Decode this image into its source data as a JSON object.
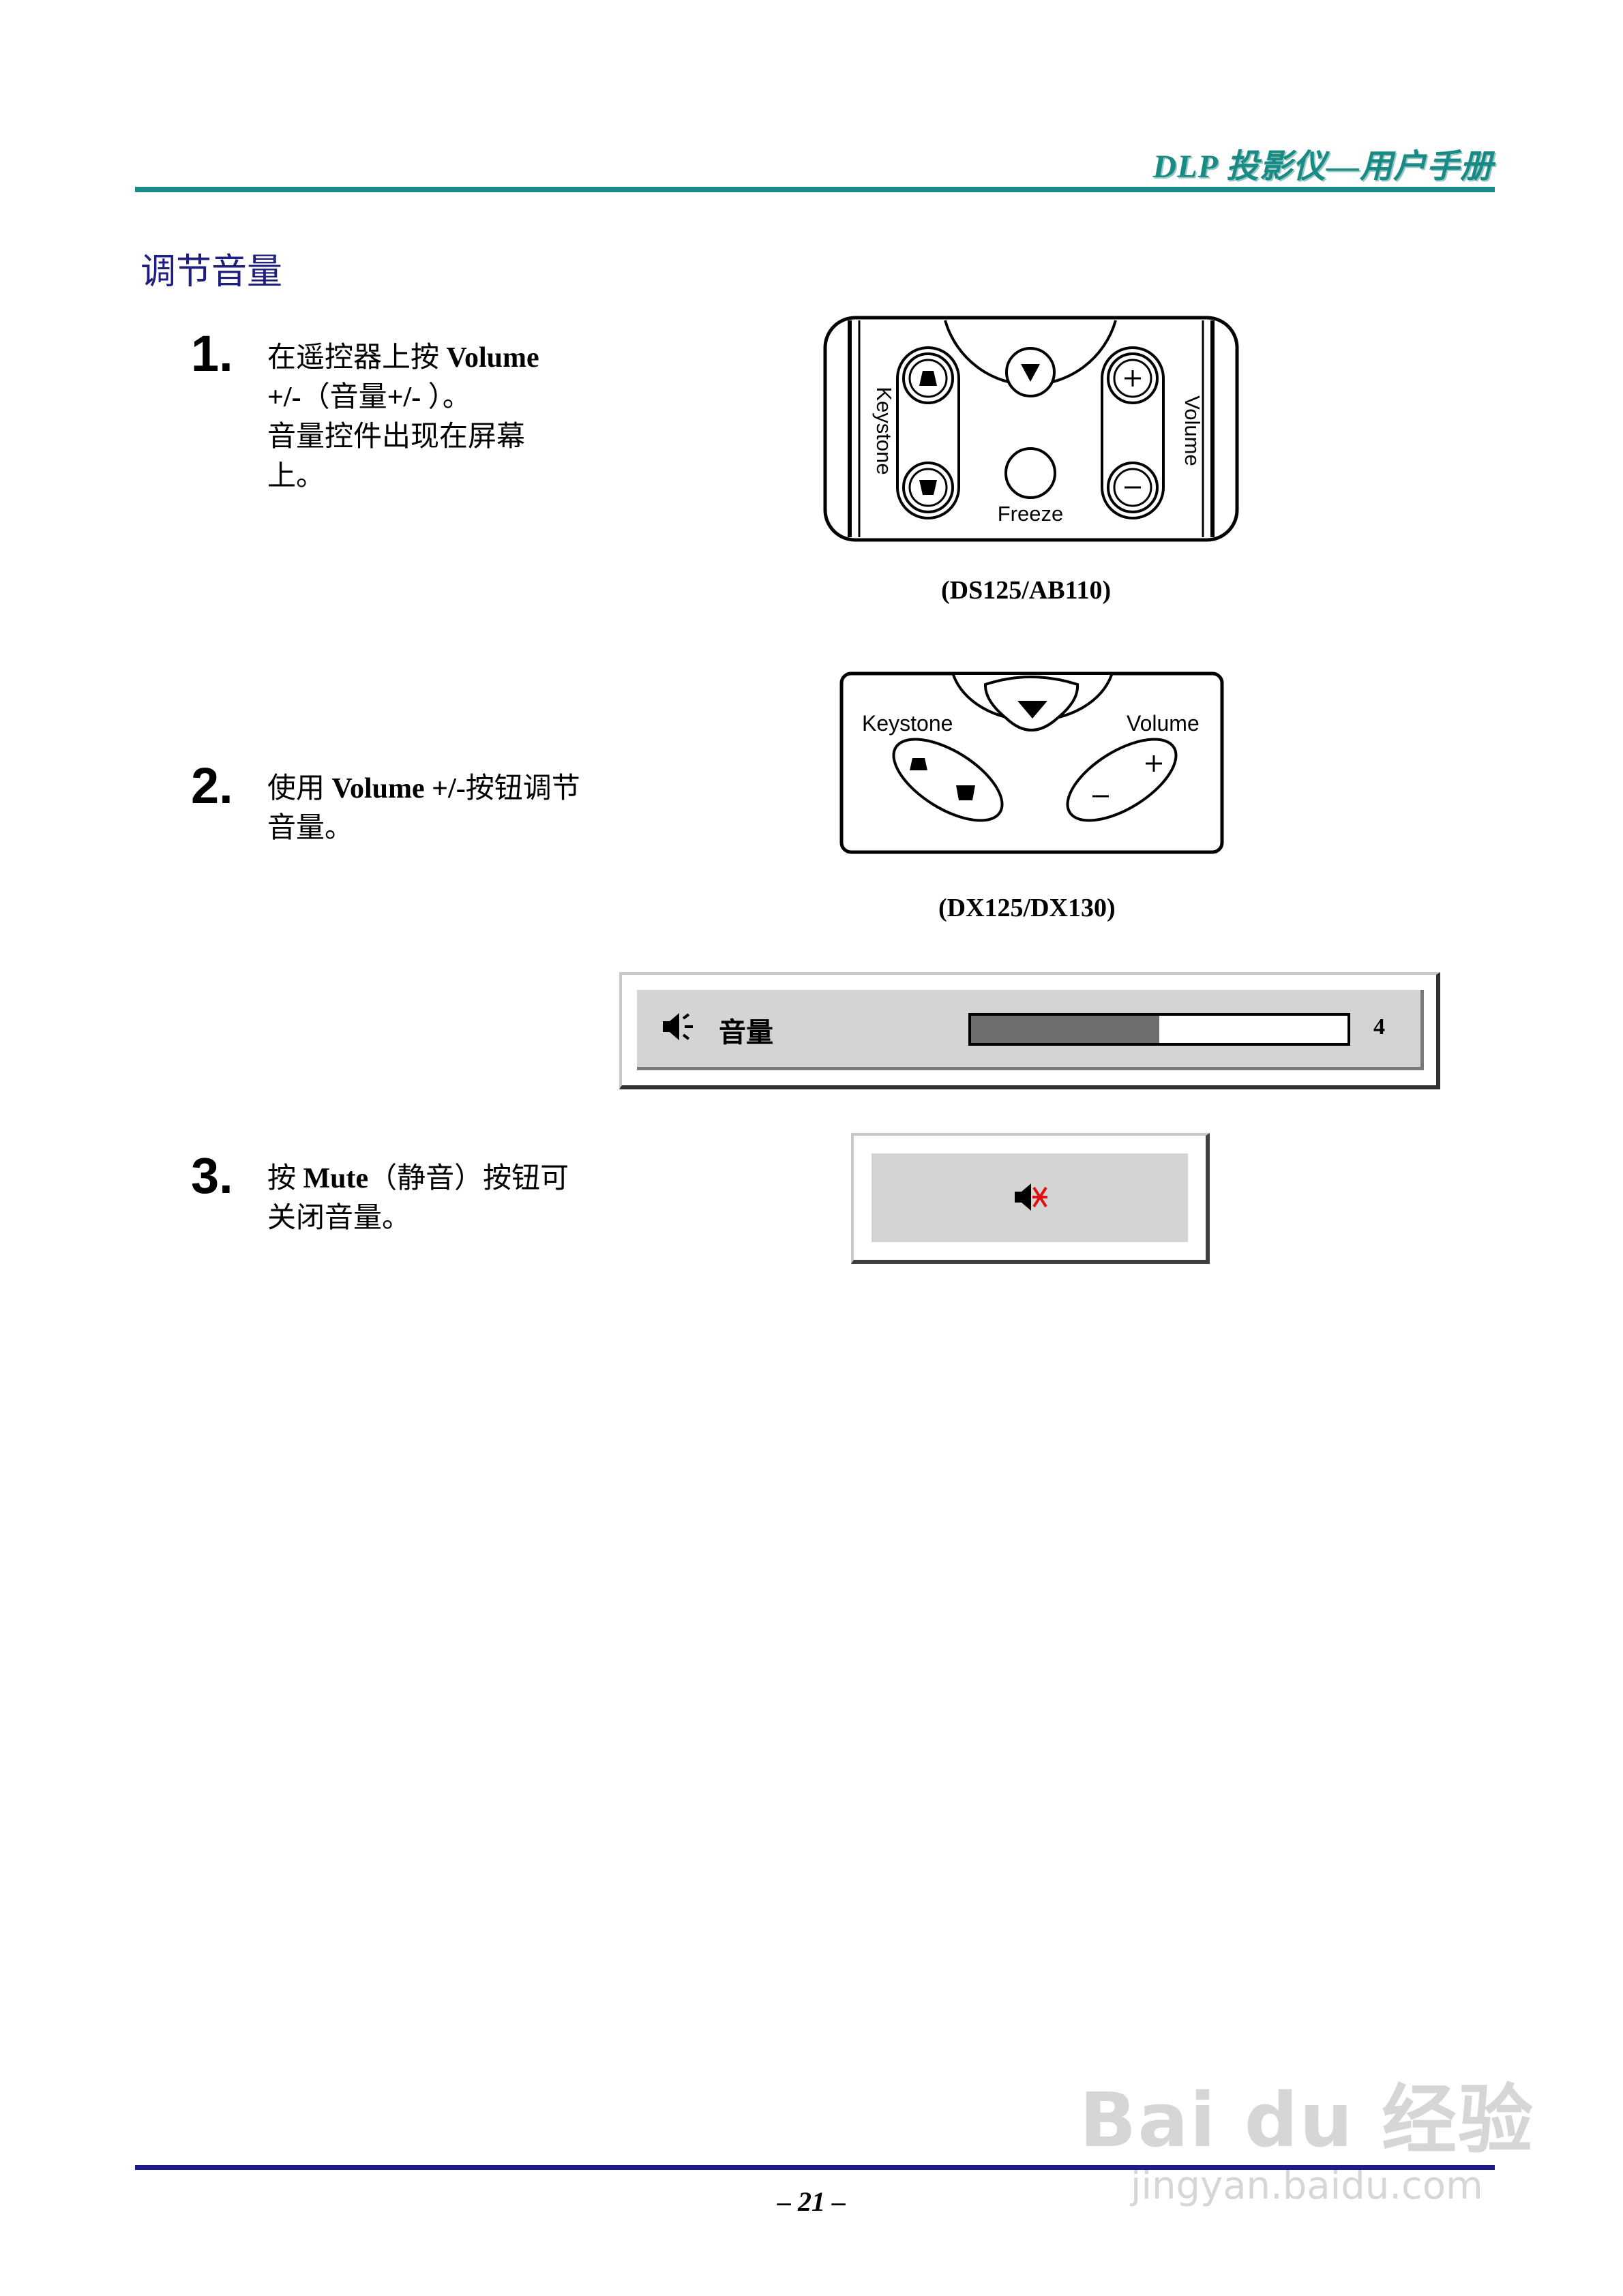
{
  "header": {
    "title": "DLP 投影仪—用户手册"
  },
  "section": {
    "title": "调节音量"
  },
  "steps": [
    {
      "number": "1.",
      "line1_pre": "在遥控器上按 ",
      "line1_bold": "Volume",
      "line2_bold": "+/-",
      "line2_mid": "（音量",
      "line2_bold2": "+/-",
      "line2_post": " ）。",
      "line3": "音量控件出现在屏幕上。"
    },
    {
      "number": "2.",
      "pre": "使用 ",
      "bold": "Volume +/-",
      "post": "按钮调节音量。"
    },
    {
      "number": "3.",
      "pre": "按 ",
      "bold": "Mute",
      "post": "（静音）按钮可关闭音量。"
    }
  ],
  "remote1": {
    "keystone": "Keystone",
    "volume": "Volume",
    "freeze": "Freeze",
    "caption": "(DS125/AB110)"
  },
  "remote2": {
    "keystone": "Keystone",
    "volume": "Volume",
    "caption": "(DX125/DX130)"
  },
  "volume_osd": {
    "label": "音量",
    "value": "4",
    "level_fraction": 0.5
  },
  "mute_osd": {
    "icon": "mute-speaker-icon"
  },
  "footer": {
    "page": "– 21 –"
  },
  "watermark": {
    "main": "Bai du 经验",
    "sub": "jingyan.baidu.com"
  },
  "colors": {
    "header": "#1a8a84",
    "section_title": "#1f1f80",
    "footer_rule": "#1b1b8c",
    "osd_bg": "#d4d4d4",
    "osd_fill": "#6e6e6e"
  }
}
